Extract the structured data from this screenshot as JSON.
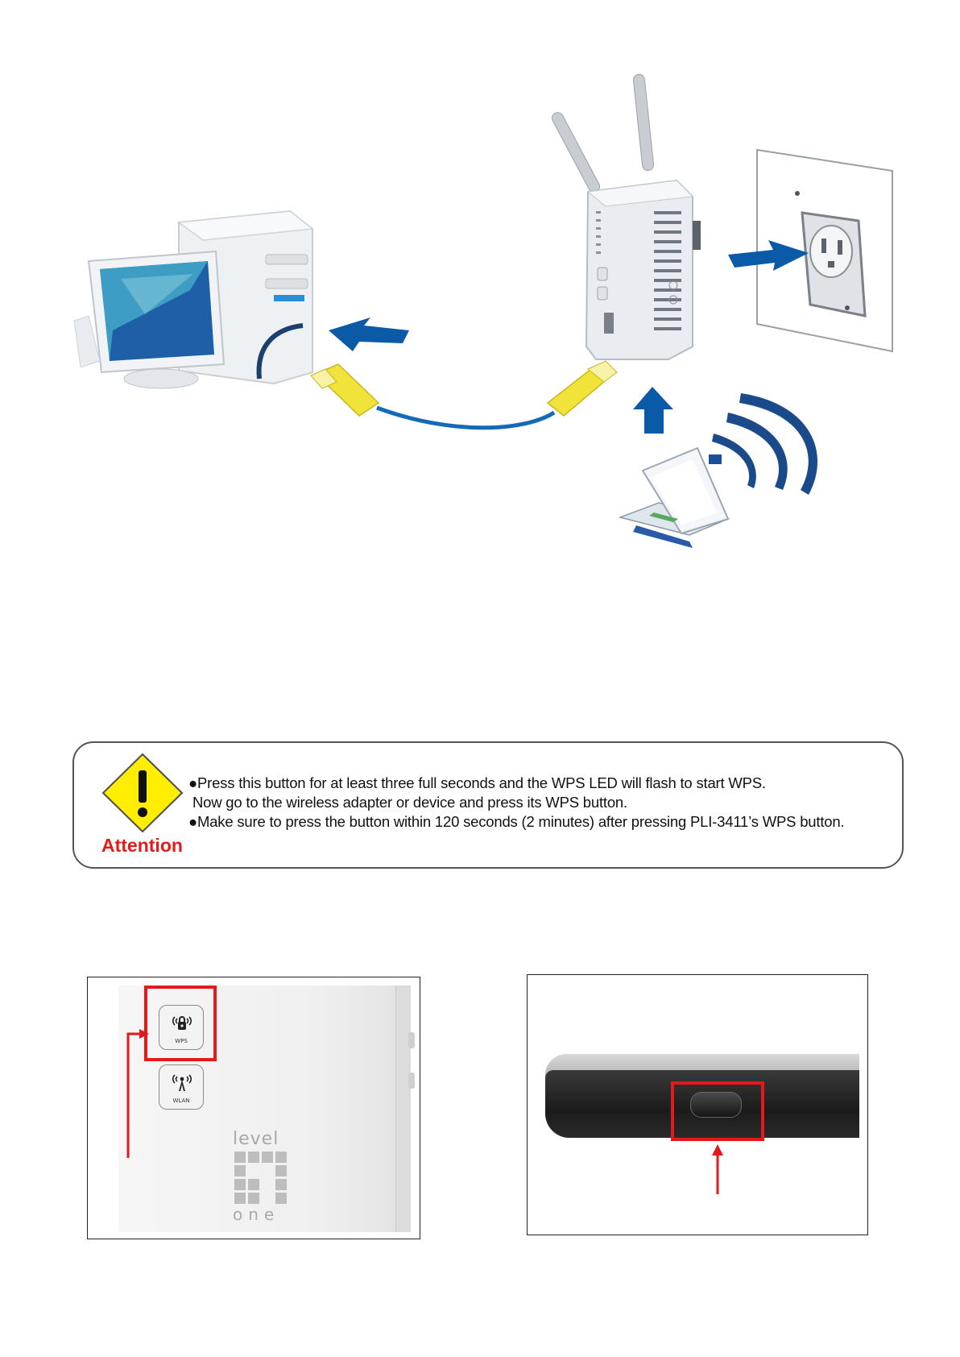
{
  "attention": {
    "label": "Attention",
    "lines": [
      "●Press this button for at least three full seconds and the WPS LED will flash to start WPS.",
      " Now go to the wireless adapter or device and press its WPS button.",
      "●Make sure to press the button within 120 seconds (2 minutes) after pressing PLI-3411’s WPS button."
    ]
  },
  "device_buttons": {
    "wps_caption": "WPS",
    "wlan_caption": "WLAN"
  },
  "brand_logo": {
    "top": "level",
    "bottom": "one"
  },
  "colors": {
    "highlight_red": "#e3191c",
    "arrow_blue": "#0b5aa8",
    "cable_blue": "#1469b8",
    "connector_yellow": "#f2e33a",
    "warning_yellow": "#ffee00"
  }
}
